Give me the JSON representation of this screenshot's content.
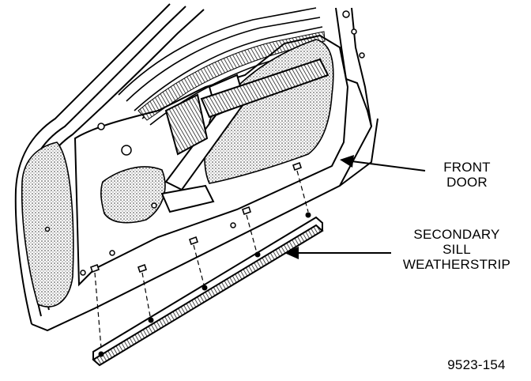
{
  "labels": {
    "front_door": [
      "FRONT",
      "DOOR"
    ],
    "secondary_sill": [
      "SECONDARY",
      "SILL",
      "WEATHERSTRIP"
    ],
    "figure_code": "9523-154"
  },
  "colors": {
    "ink": "#000000",
    "paper": "#ffffff",
    "stipple": "#555555"
  }
}
